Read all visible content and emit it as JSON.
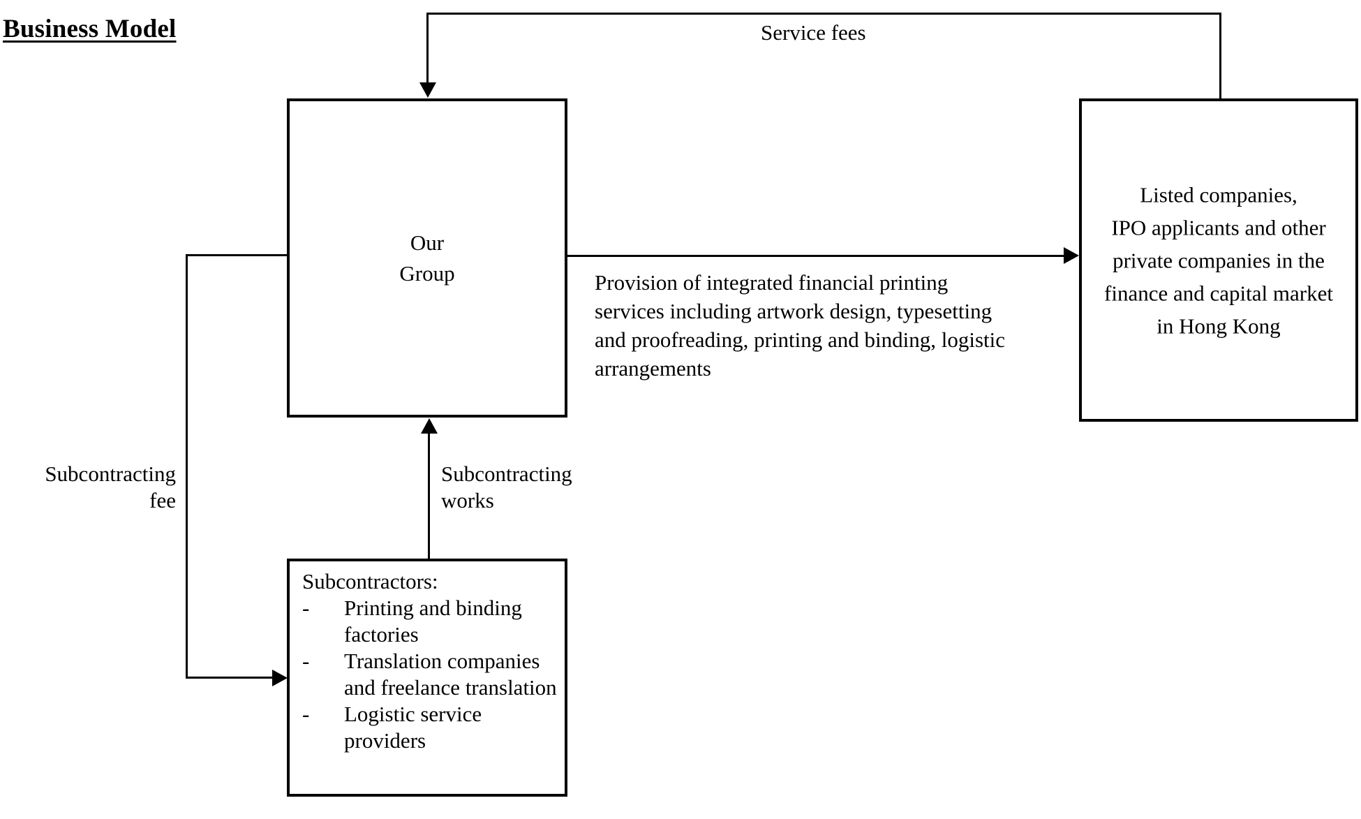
{
  "title": "Business Model",
  "nodes": {
    "our_group": {
      "line1": "Our",
      "line2": "Group"
    },
    "clients": {
      "line1": "Listed companies,",
      "line2": "IPO applicants and other",
      "line3": "private companies in the",
      "line4": "finance and capital market",
      "line5": "in Hong Kong"
    },
    "subcontractors": {
      "heading": "Subcontractors:",
      "dash": "-",
      "items": [
        "Printing and binding factories",
        "Translation companies and freelance translation",
        "Logistic service providers"
      ]
    }
  },
  "edges": {
    "service_fees": "Service fees",
    "provision": {
      "line1": "Provision of integrated financial printing",
      "line2": "services including artwork design, typesetting",
      "line3": "and proofreading, printing and binding, logistic",
      "line4": "arrangements",
      "full": "Provision of integrated financial printing services including artwork design, typesetting and proofreading, printing and binding, logistic arrangements"
    },
    "subcontracting_works_line1": "Subcontracting",
    "subcontracting_works_line2": "works",
    "subcontracting_fee_line1": "Subcontracting",
    "subcontracting_fee_line2": "fee"
  },
  "colors": {
    "ink": "#000000",
    "paper": "#ffffff"
  }
}
